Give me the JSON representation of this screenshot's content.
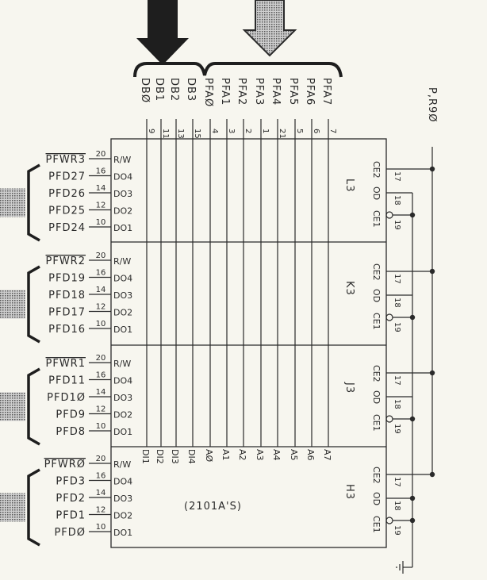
{
  "top_bus": {
    "signals": [
      "DBØ",
      "DB1",
      "DB2",
      "DB3",
      "PFAØ",
      "PFA1",
      "PFA2",
      "PFA3",
      "PFA4",
      "PFA5",
      "PFA6",
      "PFA7"
    ],
    "pins": [
      "9",
      "11",
      "13",
      "15",
      "4",
      "3",
      "2",
      "1",
      "21",
      "5",
      "6",
      "7"
    ]
  },
  "bottom_labels": [
    "DI1",
    "DI2",
    "DI3",
    "DI4",
    "AØ",
    "A1",
    "A2",
    "A3",
    "A4",
    "A5",
    "A6",
    "A7"
  ],
  "power_label": "P,R9Ø",
  "part_note": "(2101A'S)",
  "right_pins": {
    "ce2_label": "CE2",
    "od_label": "OD",
    "ce1_label": "CE1",
    "ce2_pin": "17",
    "od_pin": "18",
    "ce1_pin": "19"
  },
  "chips": [
    {
      "name": "L3",
      "wr": "PFWR3",
      "data": [
        "PFD27",
        "PFD26",
        "PFD25",
        "PFD24"
      ]
    },
    {
      "name": "K3",
      "wr": "PFWR2",
      "data": [
        "PFD19",
        "PFD18",
        "PFD17",
        "PFD16"
      ]
    },
    {
      "name": "J3",
      "wr": "PFWR1",
      "data": [
        "PFD11",
        "PFD1Ø",
        "PFD9",
        "PFD8"
      ]
    },
    {
      "name": "H3",
      "wr": "PFWRØ",
      "data": [
        "PFD3",
        "PFD2",
        "PFD1",
        "PFDØ"
      ]
    }
  ],
  "left_pins": {
    "labels": [
      "R/W",
      "DO4",
      "DO3",
      "DO2",
      "DO1"
    ],
    "numbers": [
      "20",
      "16",
      "14",
      "12",
      "10"
    ]
  },
  "colors": {
    "ink": "#2a2a2a",
    "paper": "#f7f6ef",
    "hatch": "#8a8a8a"
  }
}
